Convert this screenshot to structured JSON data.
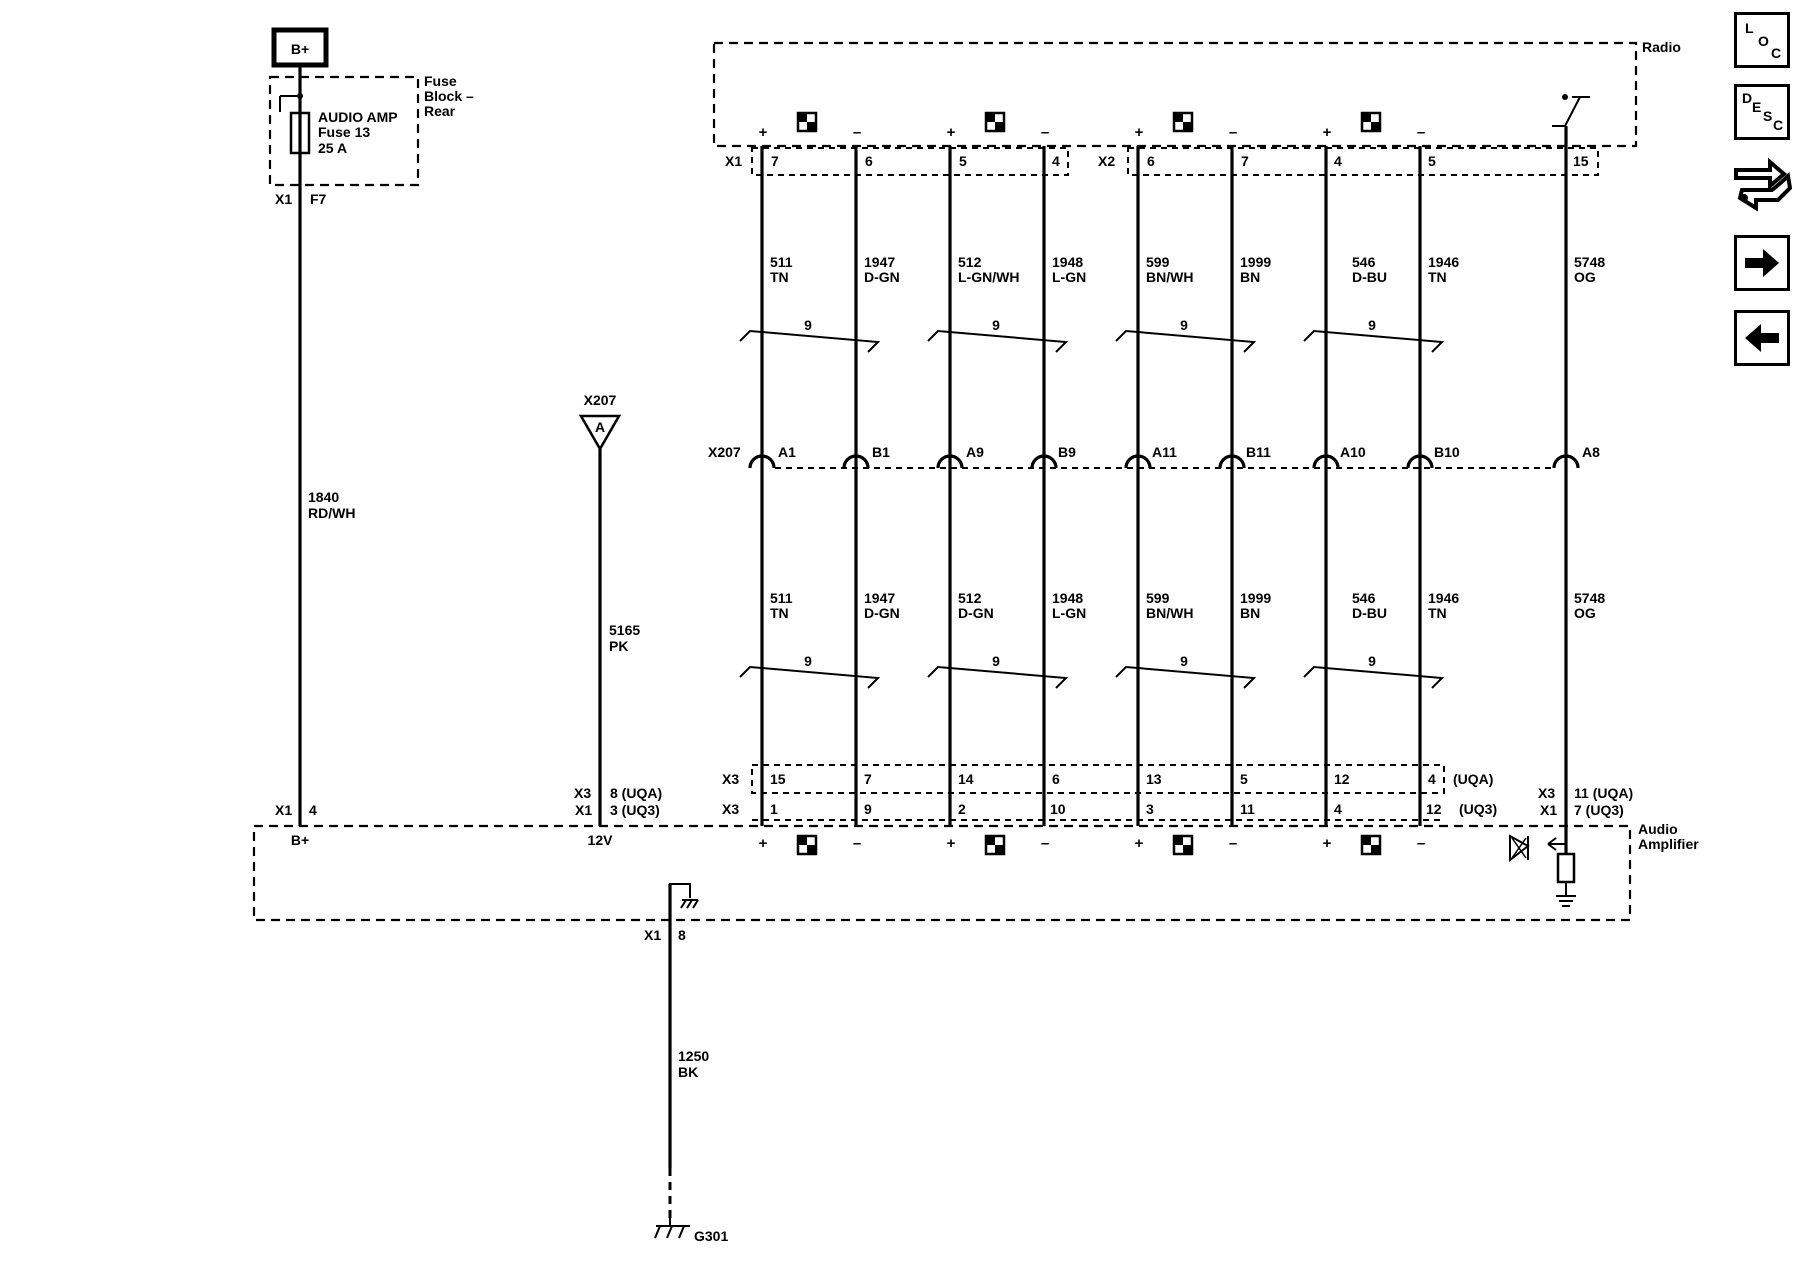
{
  "power": {
    "label": "B+"
  },
  "fuse_block": {
    "line1": "Fuse",
    "line2": "Block –",
    "line3": "Rear",
    "fuse_name": "AUDIO AMP",
    "fuse_number": "Fuse 13",
    "fuse_rating": "25 A",
    "conn": "X1",
    "pin": "F7"
  },
  "wire_1840": {
    "circuit": "1840",
    "color": "RD/WH"
  },
  "splice": {
    "name": "X207",
    "letter": "A"
  },
  "wire_5165": {
    "circuit": "5165",
    "color": "PK"
  },
  "radio": {
    "label": "Radio",
    "conn1": "X1",
    "conn2": "X2",
    "pins": [
      "7",
      "6",
      "5",
      "4",
      "6",
      "7",
      "4",
      "5",
      "15"
    ]
  },
  "inline": {
    "name": "X207",
    "pins": [
      "A1",
      "B1",
      "A9",
      "B9",
      "A11",
      "B11",
      "A10",
      "B10",
      "A8"
    ]
  },
  "wires_upper": [
    {
      "circuit": "511",
      "color": "TN"
    },
    {
      "circuit": "1947",
      "color": "D-GN"
    },
    {
      "circuit": "512",
      "color": "L-GN/WH"
    },
    {
      "circuit": "1948",
      "color": "L-GN"
    },
    {
      "circuit": "599",
      "color": "BN/WH"
    },
    {
      "circuit": "1999",
      "color": "BN"
    },
    {
      "circuit": "546",
      "color": "D-BU"
    },
    {
      "circuit": "1946",
      "color": "TN"
    },
    {
      "circuit": "5748",
      "color": "OG"
    }
  ],
  "wires_lower": [
    {
      "circuit": "511",
      "color": "TN"
    },
    {
      "circuit": "1947",
      "color": "D-GN"
    },
    {
      "circuit": "512",
      "color": "D-GN"
    },
    {
      "circuit": "1948",
      "color": "L-GN"
    },
    {
      "circuit": "599",
      "color": "BN/WH"
    },
    {
      "circuit": "1999",
      "color": "BN"
    },
    {
      "circuit": "546",
      "color": "D-BU"
    },
    {
      "circuit": "1946",
      "color": "TN"
    },
    {
      "circuit": "5748",
      "color": "OG"
    }
  ],
  "twist_label": "9",
  "amp": {
    "label1": "Audio",
    "label2": "Amplifier",
    "x3": "X3",
    "x1": "X1",
    "uqa": "(UQA)",
    "uq3": "(UQ3)",
    "x3_pins": [
      "15",
      "7",
      "14",
      "6",
      "13",
      "5",
      "12",
      "4"
    ],
    "x1_pins": [
      "1",
      "9",
      "2",
      "10",
      "3",
      "11",
      "4",
      "12"
    ],
    "bplus_conn": "X1",
    "bplus_pin": "4",
    "bplus_label": "B+",
    "pk_x3": "X3",
    "pk_x3_pin": "8 (UQA)",
    "pk_x1": "X1",
    "pk_x1_pin": "3 (UQ3)",
    "pk_label": "12V",
    "og_x3": "X3",
    "og_x3_pin": "11 (UQA)",
    "og_x1": "X1",
    "og_x1_pin": "7 (UQ3)",
    "gnd_conn": "X1",
    "gnd_pin": "8"
  },
  "plus": "+",
  "minus": "–",
  "ground": {
    "circuit": "1250",
    "color": "BK",
    "name": "G301"
  },
  "nav": {
    "loc_l": "L",
    "loc_o": "O",
    "loc_c": "C",
    "desc_d": "D",
    "desc_e": "E",
    "desc_s": "S",
    "desc_c": "C"
  }
}
